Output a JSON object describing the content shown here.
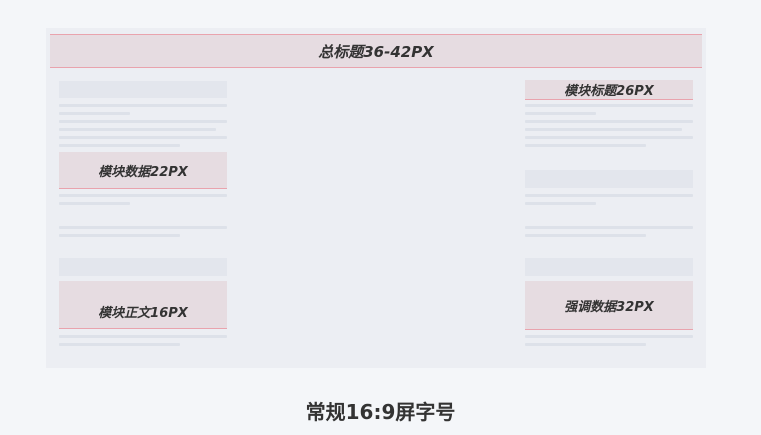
{
  "title_bar": "总标题36-42PX",
  "left": {
    "module_data": "模块数据22PX",
    "module_body": "模块正文16PX"
  },
  "right": {
    "module_title": "模块标题26PX",
    "emphasis_data": "强调数据32PX"
  },
  "caption": "常规16:9屏字号"
}
